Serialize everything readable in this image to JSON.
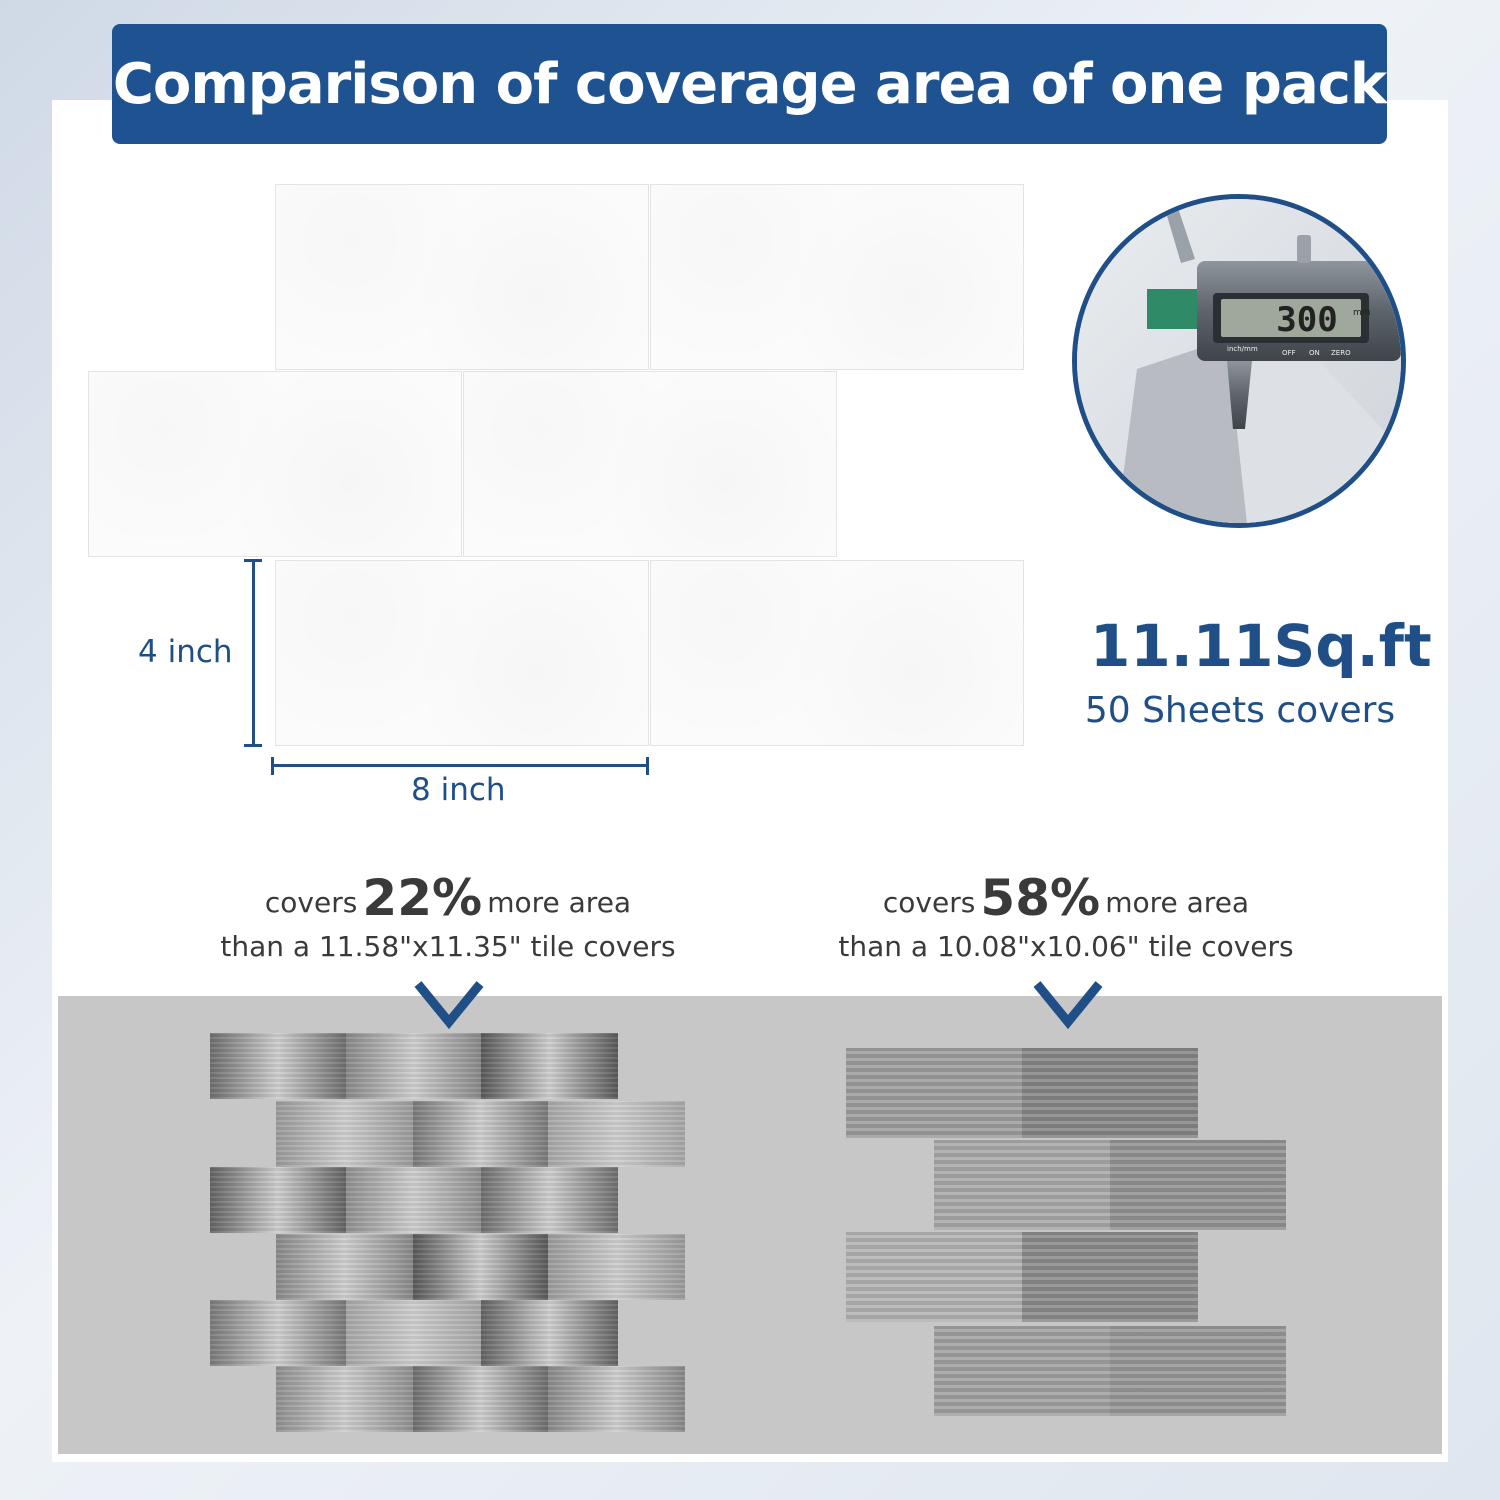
{
  "title": "Comparison of coverage area of one pack",
  "dimensions": {
    "height_label": "4 inch",
    "width_label": "8 inch"
  },
  "caliper": {
    "reading": "300",
    "unit": "mm",
    "buttons": [
      "inch/mm",
      "OFF",
      "ON",
      "ZERO"
    ]
  },
  "coverage": {
    "value": "11.11Sq.ft",
    "caption": "50 Sheets covers"
  },
  "comparisons": [
    {
      "prefix": "covers",
      "percent": "22%",
      "suffix": "more area",
      "detail": "than a 11.58\"x11.35\" tile covers"
    },
    {
      "prefix": "covers",
      "percent": "58%",
      "suffix": "more area",
      "detail": "than a 10.08\"x10.06\" tile covers"
    }
  ],
  "colors": {
    "brand_blue": "#1f5290",
    "text_blue": "#1f4f86",
    "panel_grey": "#c7c7c7"
  }
}
